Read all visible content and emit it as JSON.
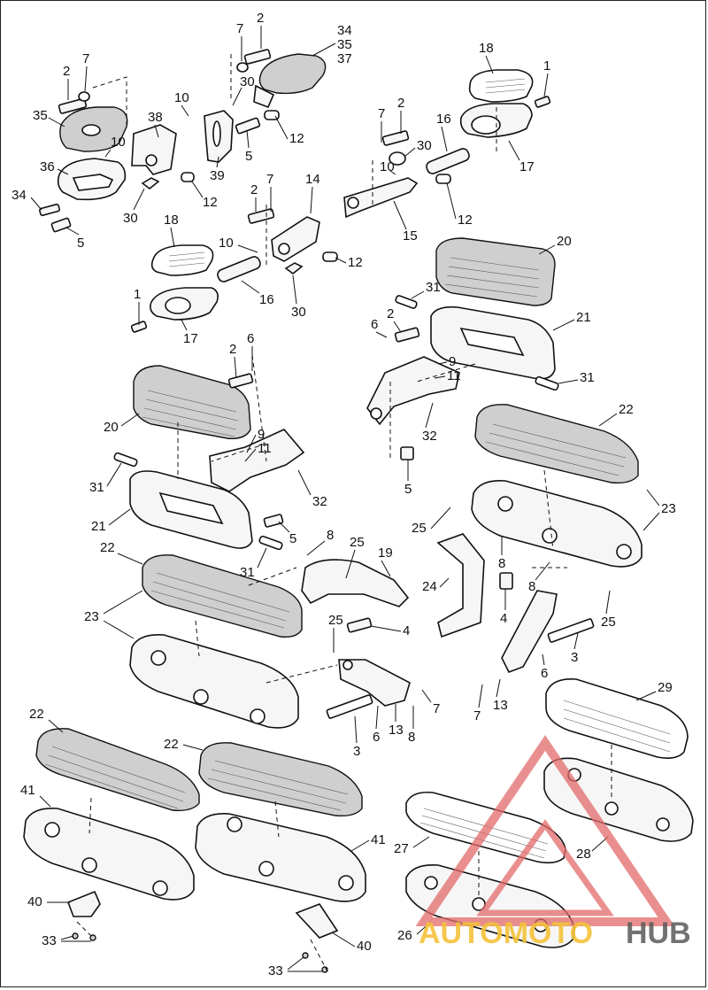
{
  "callouts": [
    {
      "id": "c1",
      "label": "2"
    },
    {
      "id": "c2",
      "label": "7"
    },
    {
      "id": "c3",
      "label": "34"
    },
    {
      "id": "c4",
      "label": "35"
    },
    {
      "id": "c5",
      "label": "37"
    },
    {
      "id": "c6",
      "label": "18"
    },
    {
      "id": "c7",
      "label": "1"
    },
    {
      "id": "c8",
      "label": "2"
    },
    {
      "id": "c9",
      "label": "7"
    },
    {
      "id": "c10",
      "label": "10"
    },
    {
      "id": "c11",
      "label": "30"
    },
    {
      "id": "c12",
      "label": "35"
    },
    {
      "id": "c13",
      "label": "38"
    },
    {
      "id": "c14",
      "label": "10"
    },
    {
      "id": "c15",
      "label": "12"
    },
    {
      "id": "c16",
      "label": "36"
    },
    {
      "id": "c17",
      "label": "5"
    },
    {
      "id": "c18",
      "label": "39"
    },
    {
      "id": "c19",
      "label": "7"
    },
    {
      "id": "c20",
      "label": "2"
    },
    {
      "id": "c21",
      "label": "16"
    },
    {
      "id": "c22",
      "label": "30"
    },
    {
      "id": "c23",
      "label": "10"
    },
    {
      "id": "c24",
      "label": "17"
    },
    {
      "id": "c25",
      "label": "34"
    },
    {
      "id": "c26",
      "label": "30"
    },
    {
      "id": "c27",
      "label": "12"
    },
    {
      "id": "c28",
      "label": "2"
    },
    {
      "id": "c29",
      "label": "7"
    },
    {
      "id": "c30",
      "label": "14"
    },
    {
      "id": "c31",
      "label": "12"
    },
    {
      "id": "c32",
      "label": "5"
    },
    {
      "id": "c33",
      "label": "15"
    },
    {
      "id": "c34",
      "label": "18"
    },
    {
      "id": "c35",
      "label": "10"
    },
    {
      "id": "c36",
      "label": "12"
    },
    {
      "id": "c37",
      "label": "20"
    },
    {
      "id": "c38",
      "label": "1"
    },
    {
      "id": "c39",
      "label": "16"
    },
    {
      "id": "c40",
      "label": "31"
    },
    {
      "id": "c41",
      "label": "30"
    },
    {
      "id": "c42",
      "label": "17"
    },
    {
      "id": "c43",
      "label": "2"
    },
    {
      "id": "c44",
      "label": "6"
    },
    {
      "id": "c45",
      "label": "21"
    },
    {
      "id": "c46",
      "label": "9"
    },
    {
      "id": "c47",
      "label": "11"
    },
    {
      "id": "c48",
      "label": "2"
    },
    {
      "id": "c49",
      "label": "6"
    },
    {
      "id": "c50",
      "label": "31"
    },
    {
      "id": "c51",
      "label": "32"
    },
    {
      "id": "c52",
      "label": "22"
    },
    {
      "id": "c53",
      "label": "20"
    },
    {
      "id": "c54",
      "label": "9"
    },
    {
      "id": "c55",
      "label": "11"
    },
    {
      "id": "c56",
      "label": "5"
    },
    {
      "id": "c57",
      "label": "23"
    },
    {
      "id": "c58",
      "label": "31"
    },
    {
      "id": "c59",
      "label": "32"
    },
    {
      "id": "c60",
      "label": "25"
    },
    {
      "id": "c61",
      "label": "21"
    },
    {
      "id": "c62",
      "label": "5"
    },
    {
      "id": "c63",
      "label": "8"
    },
    {
      "id": "c64",
      "label": "8"
    },
    {
      "id": "c65",
      "label": "22"
    },
    {
      "id": "c66",
      "label": "25"
    },
    {
      "id": "c67",
      "label": "19"
    },
    {
      "id": "c68",
      "label": "31"
    },
    {
      "id": "c69",
      "label": "24"
    },
    {
      "id": "c70",
      "label": "4"
    },
    {
      "id": "c71",
      "label": "8"
    },
    {
      "id": "c72",
      "label": "23"
    },
    {
      "id": "c73",
      "label": "25"
    },
    {
      "id": "c74",
      "label": "4"
    },
    {
      "id": "c75",
      "label": "3"
    },
    {
      "id": "c76",
      "label": "25"
    },
    {
      "id": "c77",
      "label": "6"
    },
    {
      "id": "c78",
      "label": "7"
    },
    {
      "id": "c79",
      "label": "13"
    },
    {
      "id": "c80",
      "label": "7"
    },
    {
      "id": "c81",
      "label": "3"
    },
    {
      "id": "c82",
      "label": "6"
    },
    {
      "id": "c83",
      "label": "13"
    },
    {
      "id": "c84",
      "label": "8"
    },
    {
      "id": "c85",
      "label": "29"
    },
    {
      "id": "c86",
      "label": "22"
    },
    {
      "id": "c87",
      "label": "22"
    },
    {
      "id": "c88",
      "label": "41"
    },
    {
      "id": "c89",
      "label": "41"
    },
    {
      "id": "c90",
      "label": "27"
    },
    {
      "id": "c91",
      "label": "28"
    },
    {
      "id": "c92",
      "label": "40"
    },
    {
      "id": "c93",
      "label": "33"
    },
    {
      "id": "c94",
      "label": "40"
    },
    {
      "id": "c95",
      "label": "26"
    },
    {
      "id": "c96",
      "label": "33"
    }
  ],
  "watermark": {
    "part_a": "AUTOMOTO",
    "part_b": "HUB",
    "triangle_color": "#e36a6a",
    "text_color_a": "#f4c23a",
    "text_color_b": "#5a5a5a"
  }
}
